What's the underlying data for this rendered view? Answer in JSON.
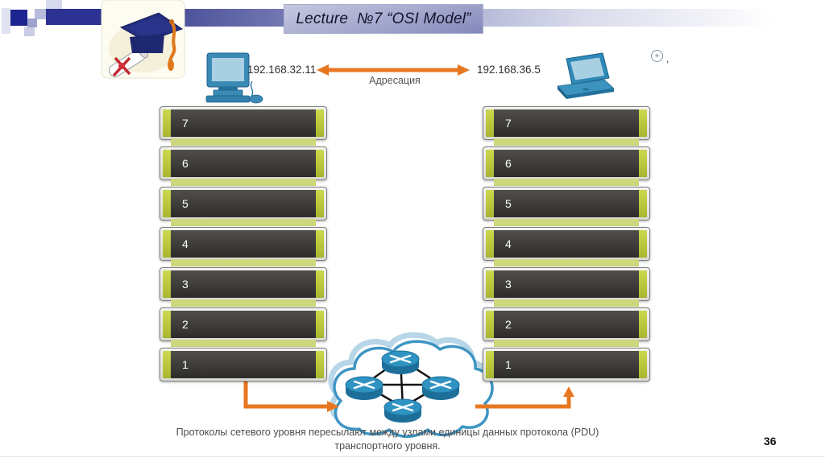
{
  "header": {
    "title": "Lecture  №7 “OSI Model”"
  },
  "diagram": {
    "left_host_ip": "192.168.32.11",
    "right_host_ip": "192.168.36.5",
    "arrow_label": "Адресация",
    "left_stack_layers": [
      "7",
      "6",
      "5",
      "4",
      "3",
      "2",
      "1"
    ],
    "right_stack_layers": [
      "7",
      "6",
      "5",
      "4",
      "3",
      "2",
      "1"
    ],
    "router_count": 4,
    "corner_mark": ","
  },
  "caption": "Протоколы сетевого уровня пересылают между узлами единицы данных протокола (PDU) транспортного уровня.",
  "footer": {
    "page_number": "36"
  },
  "icons": {
    "circled_plus_glyph": "+"
  },
  "colors": {
    "accent_orange": "#e87722",
    "layer_green": "#b9c73c",
    "layer_connector_green": "#cdd77b",
    "layer_dark": "#3a3836",
    "header_navy": "#2c3192",
    "router_blue": "#2f93c2",
    "cloud_outline": "#3e95c3"
  }
}
